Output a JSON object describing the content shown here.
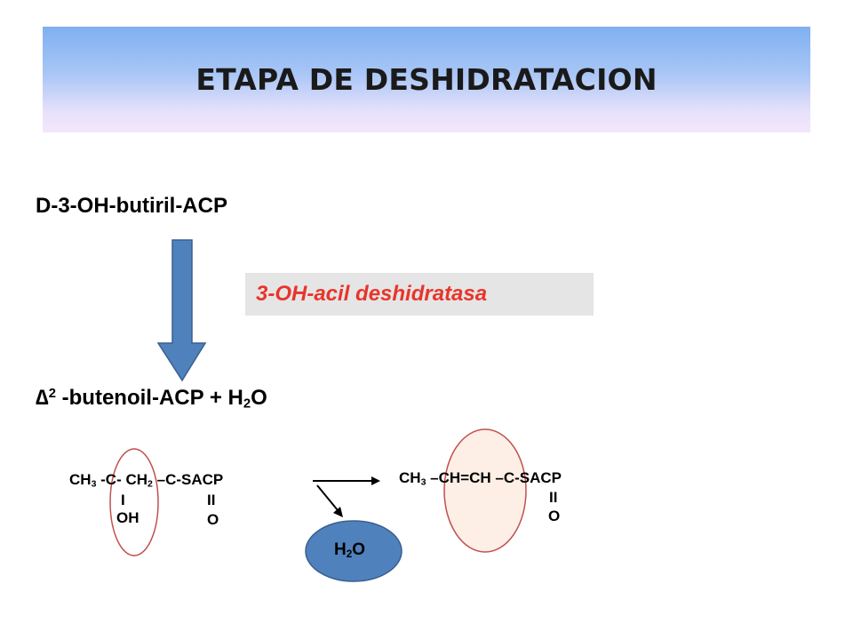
{
  "slide": {
    "title": "ETAPA DE DESHIDRATACION",
    "substrate": "D-3-OH-butiril-ACP",
    "enzyme": "3-OH-acil deshidratasa",
    "product": {
      "delta": "∆",
      "delta_sup": "2",
      "name": " -butenoil-ACP + H",
      "water_sub": "2",
      "water_end": "O"
    },
    "reactant_formula": {
      "ch3": "CH",
      "ch3_sub": "3",
      "middle": " -C- CH",
      "ch2_sub": "2",
      "tail": " –C-SACP",
      "single_bond": "I",
      "oh": "OH",
      "double_bond": "II",
      "oxygen": "O"
    },
    "product_formula": {
      "ch3": "CH",
      "ch3_sub": "3",
      "tail": " –CH=CH –C-SACP",
      "double_bond": "II",
      "oxygen": "O"
    },
    "water": {
      "h": "H",
      "sub": "2",
      "o": "O"
    },
    "colors": {
      "arrow_fill": "#4f81bd",
      "arrow_stroke": "#3a5f8e",
      "enzyme_text": "#e8352b",
      "circle_stroke": "#c0504d",
      "circle_fill": "#fdeee6",
      "water_ellipse": "#4f81bd"
    }
  }
}
